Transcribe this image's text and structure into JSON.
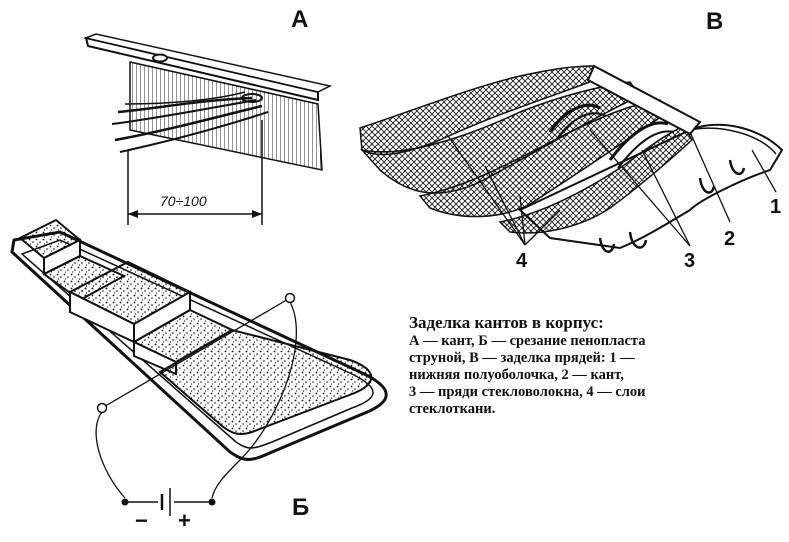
{
  "labels": {
    "panel_a": "А",
    "panel_b": "Б",
    "panel_v": "В",
    "dimension": "70÷100",
    "minus": "−",
    "plus": "+",
    "callout_1": "1",
    "callout_2": "2",
    "callout_3": "3",
    "callout_4": "4"
  },
  "caption": {
    "title": "Заделка кантов в корпус:",
    "lines": [
      "А — кант, Б — срезание пенопласта",
      "струной, В — заделка прядей: 1 —",
      "нижняя полуоболочка, 2 — кант,",
      "3 — пряди стекловолокна, 4 — слои",
      "стеклоткани."
    ]
  }
}
